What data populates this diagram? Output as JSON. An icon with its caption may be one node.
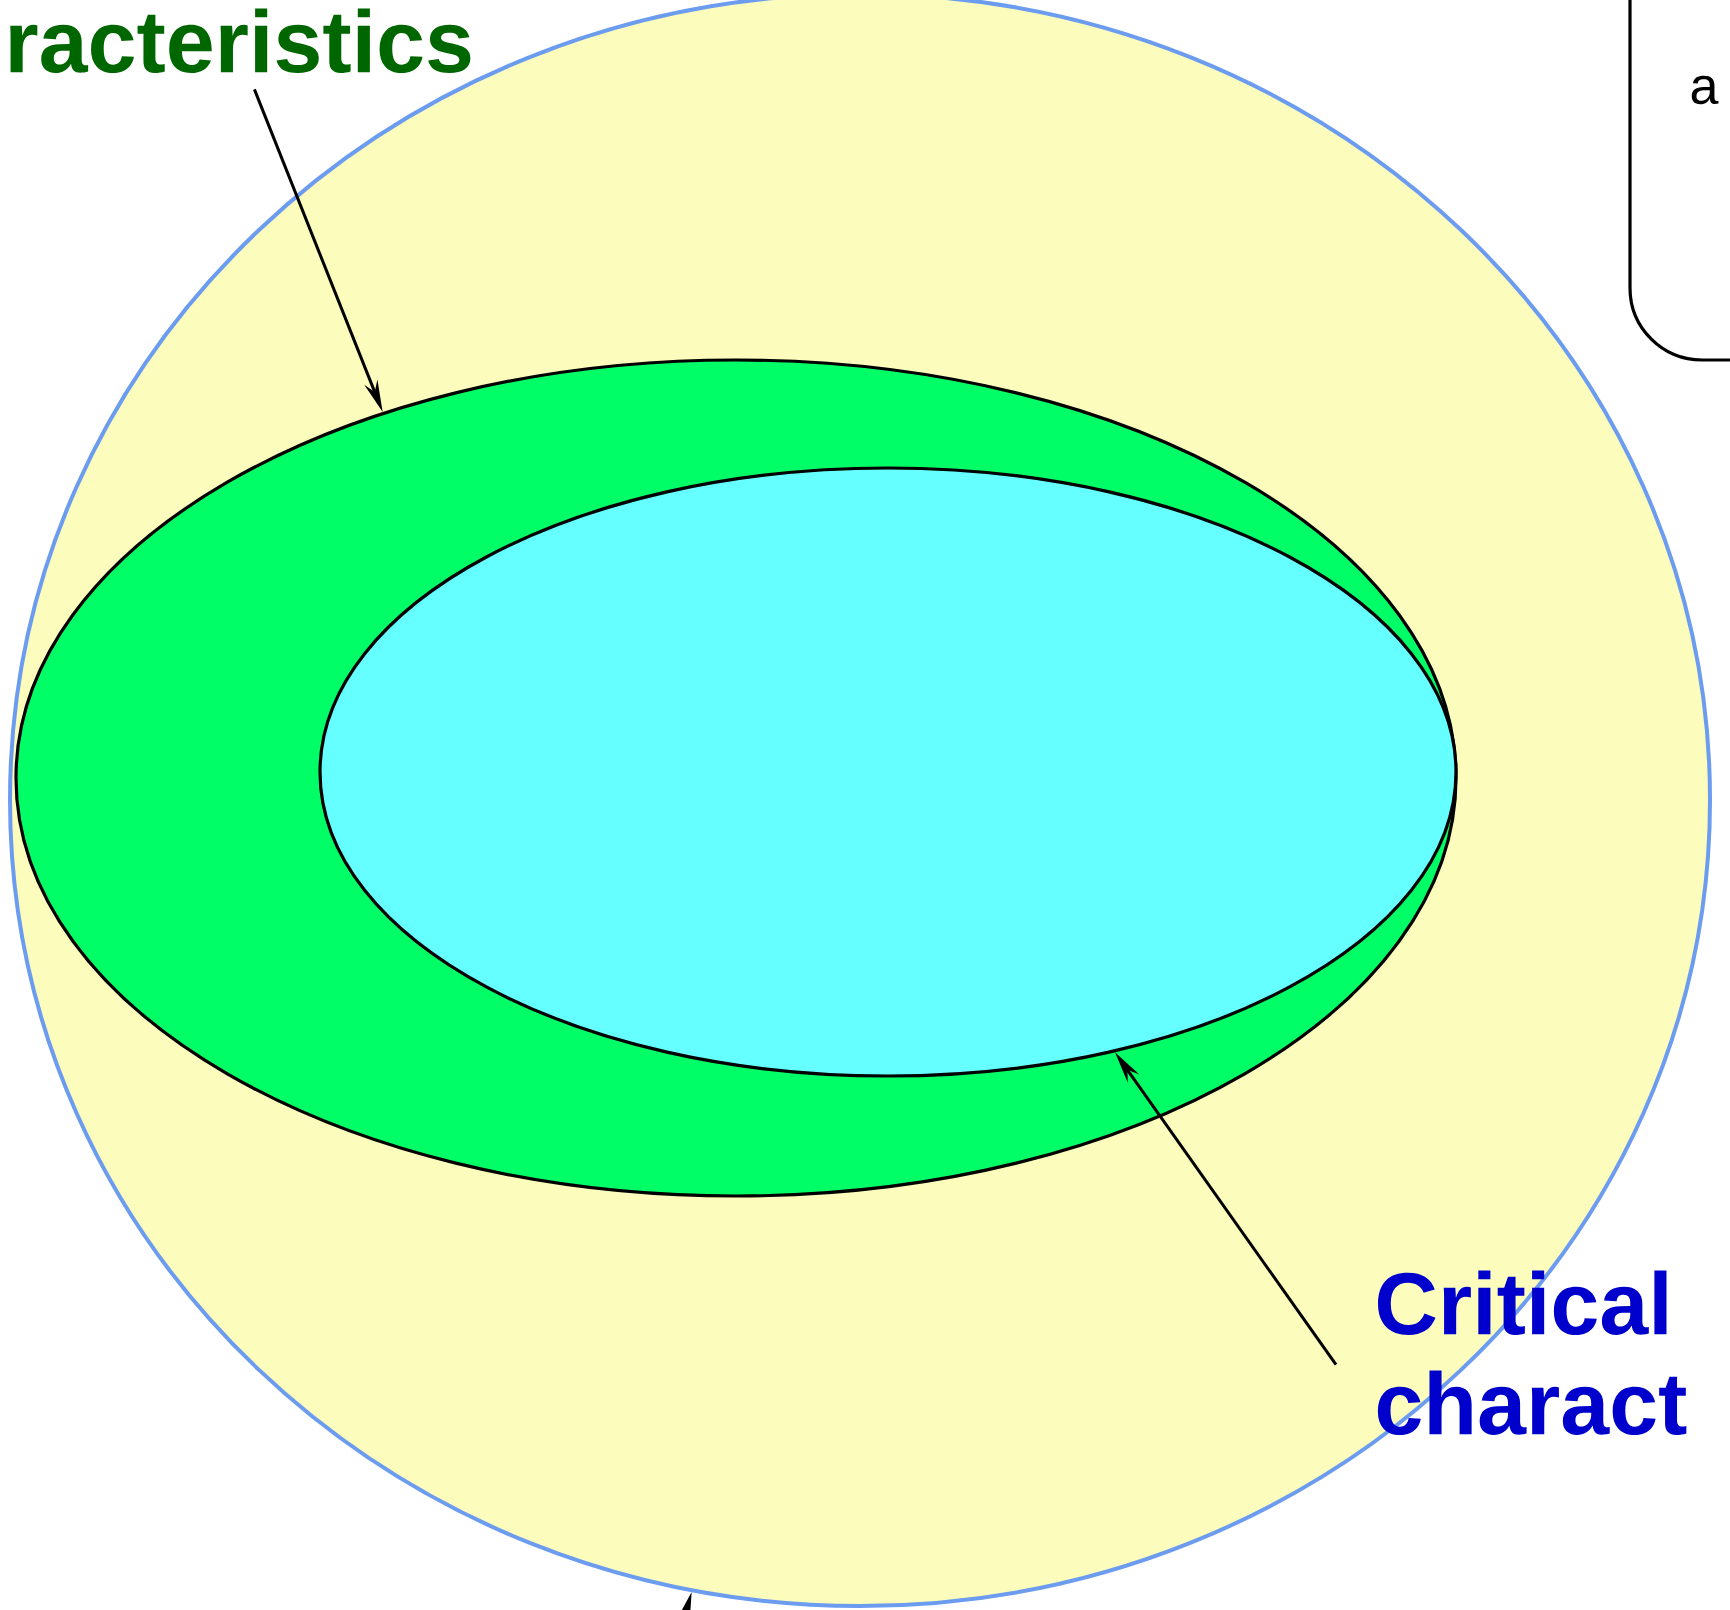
{
  "diagram": {
    "nodes": [
      {
        "text": [
          "racteristics"
        ]
      },
      {
        "text": [],
        "shape": "ellipse"
      },
      {
        "text": [],
        "shape": "ellipse",
        "in": 1
      },
      {
        "text": [],
        "shape": "ellipse",
        "in": 2
      },
      {
        "text": [
          "Critical charact"
        ]
      },
      {
        "text": [
          "a"
        ]
      }
    ],
    "edges": [
      {
        "from": 0,
        "to": 2,
        "arrow": "to"
      },
      {
        "from": 4,
        "to": 3,
        "arrow": "to"
      },
      {
        "from": null,
        "to": 1,
        "arrow": "to"
      }
    ]
  }
}
